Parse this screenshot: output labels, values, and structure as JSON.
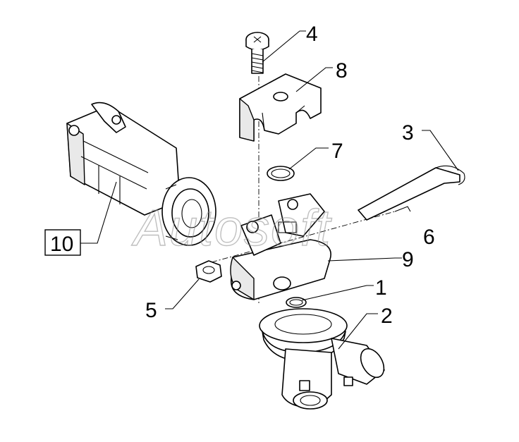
{
  "callouts": [
    {
      "id": "1",
      "label": "1"
    },
    {
      "id": "2",
      "label": "2"
    },
    {
      "id": "3",
      "label": "3"
    },
    {
      "id": "4",
      "label": "4"
    },
    {
      "id": "5",
      "label": "5"
    },
    {
      "id": "6",
      "label": "6"
    },
    {
      "id": "7",
      "label": "7"
    },
    {
      "id": "8",
      "label": "8"
    },
    {
      "id": "9",
      "label": "9"
    },
    {
      "id": "10",
      "label": "10"
    }
  ],
  "watermark": "Autosoft",
  "colors": {
    "line": "#000000",
    "background": "#ffffff",
    "shade": "#e9e9e9",
    "watermark": "#8c8c8c"
  }
}
